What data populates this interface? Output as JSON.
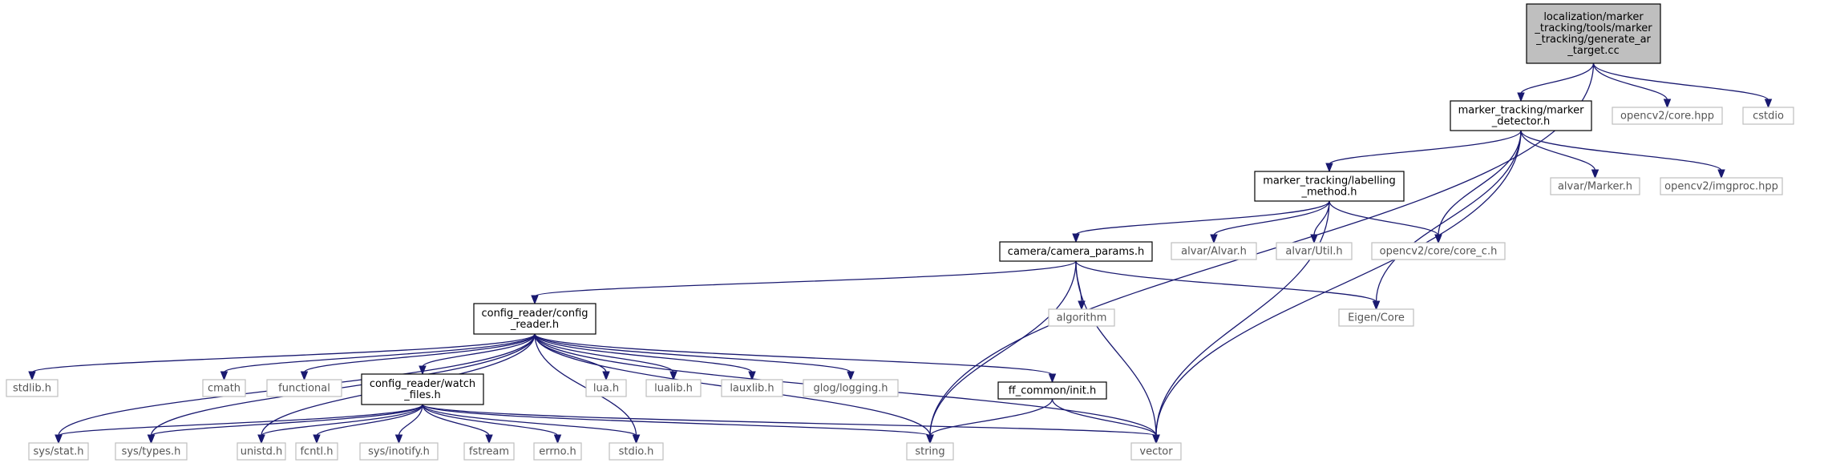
{
  "graph": {
    "edge_color": "#191970",
    "nodes": [
      {
        "id": "root",
        "style": "root",
        "lines": [
          "localization/marker",
          "_tracking/tools/marker",
          "_tracking/generate_ar",
          "_target.cc"
        ]
      },
      {
        "id": "marker_detector",
        "style": "main",
        "lines": [
          "marker_tracking/marker",
          "_detector.h"
        ]
      },
      {
        "id": "core_hpp",
        "style": "gray",
        "lines": [
          "opencv2/core.hpp"
        ]
      },
      {
        "id": "cstdio",
        "style": "gray",
        "lines": [
          "cstdio"
        ]
      },
      {
        "id": "labelling",
        "style": "main",
        "lines": [
          "marker_tracking/labelling",
          "_method.h"
        ]
      },
      {
        "id": "alvar_marker",
        "style": "gray",
        "lines": [
          "alvar/Marker.h"
        ]
      },
      {
        "id": "imgproc",
        "style": "gray",
        "lines": [
          "opencv2/imgproc.hpp"
        ]
      },
      {
        "id": "camera_params",
        "style": "main",
        "lines": [
          "camera/camera_params.h"
        ]
      },
      {
        "id": "alvar_alvar",
        "style": "gray",
        "lines": [
          "alvar/Alvar.h"
        ]
      },
      {
        "id": "alvar_util",
        "style": "gray",
        "lines": [
          "alvar/Util.h"
        ]
      },
      {
        "id": "core_c",
        "style": "gray",
        "lines": [
          "opencv2/core/core_c.h"
        ]
      },
      {
        "id": "config_reader",
        "style": "main",
        "lines": [
          "config_reader/config",
          "_reader.h"
        ]
      },
      {
        "id": "algorithm",
        "style": "gray",
        "lines": [
          "algorithm"
        ]
      },
      {
        "id": "eigen",
        "style": "gray",
        "lines": [
          "Eigen/Core"
        ]
      },
      {
        "id": "stdlib",
        "style": "gray",
        "lines": [
          "stdlib.h"
        ]
      },
      {
        "id": "cmath",
        "style": "gray",
        "lines": [
          "cmath"
        ]
      },
      {
        "id": "functional",
        "style": "gray",
        "lines": [
          "functional"
        ]
      },
      {
        "id": "watch_files",
        "style": "main",
        "lines": [
          "config_reader/watch",
          "_files.h"
        ]
      },
      {
        "id": "lua",
        "style": "gray",
        "lines": [
          "lua.h"
        ]
      },
      {
        "id": "lualib",
        "style": "gray",
        "lines": [
          "lualib.h"
        ]
      },
      {
        "id": "lauxlib",
        "style": "gray",
        "lines": [
          "lauxlib.h"
        ]
      },
      {
        "id": "glog",
        "style": "gray",
        "lines": [
          "glog/logging.h"
        ]
      },
      {
        "id": "ff_init",
        "style": "main",
        "lines": [
          "ff_common/init.h"
        ]
      },
      {
        "id": "sys_stat",
        "style": "gray",
        "lines": [
          "sys/stat.h"
        ]
      },
      {
        "id": "sys_types",
        "style": "gray",
        "lines": [
          "sys/types.h"
        ]
      },
      {
        "id": "unistd",
        "style": "gray",
        "lines": [
          "unistd.h"
        ]
      },
      {
        "id": "fcntl",
        "style": "gray",
        "lines": [
          "fcntl.h"
        ]
      },
      {
        "id": "inotify",
        "style": "gray",
        "lines": [
          "sys/inotify.h"
        ]
      },
      {
        "id": "fstream",
        "style": "gray",
        "lines": [
          "fstream"
        ]
      },
      {
        "id": "errno",
        "style": "gray",
        "lines": [
          "errno.h"
        ]
      },
      {
        "id": "stdio",
        "style": "gray",
        "lines": [
          "stdio.h"
        ]
      },
      {
        "id": "string",
        "style": "gray",
        "lines": [
          "string"
        ]
      },
      {
        "id": "vector",
        "style": "gray",
        "lines": [
          "vector"
        ]
      }
    ],
    "edges": [
      [
        "root",
        "marker_detector"
      ],
      [
        "root",
        "core_hpp"
      ],
      [
        "root",
        "cstdio"
      ],
      [
        "root",
        "string"
      ],
      [
        "marker_detector",
        "labelling"
      ],
      [
        "marker_detector",
        "alvar_marker"
      ],
      [
        "marker_detector",
        "imgproc"
      ],
      [
        "marker_detector",
        "core_c"
      ],
      [
        "marker_detector",
        "eigen"
      ],
      [
        "marker_detector",
        "vector"
      ],
      [
        "labelling",
        "camera_params"
      ],
      [
        "labelling",
        "alvar_alvar"
      ],
      [
        "labelling",
        "alvar_util"
      ],
      [
        "labelling",
        "core_c"
      ],
      [
        "labelling",
        "vector"
      ],
      [
        "camera_params",
        "config_reader"
      ],
      [
        "camera_params",
        "algorithm"
      ],
      [
        "camera_params",
        "eigen"
      ],
      [
        "camera_params",
        "string"
      ],
      [
        "camera_params",
        "vector"
      ],
      [
        "config_reader",
        "stdlib"
      ],
      [
        "config_reader",
        "cmath"
      ],
      [
        "config_reader",
        "functional"
      ],
      [
        "config_reader",
        "watch_files"
      ],
      [
        "config_reader",
        "lua"
      ],
      [
        "config_reader",
        "lualib"
      ],
      [
        "config_reader",
        "lauxlib"
      ],
      [
        "config_reader",
        "glog"
      ],
      [
        "config_reader",
        "ff_init"
      ],
      [
        "config_reader",
        "sys_stat"
      ],
      [
        "config_reader",
        "sys_types"
      ],
      [
        "config_reader",
        "unistd"
      ],
      [
        "config_reader",
        "stdio"
      ],
      [
        "config_reader",
        "string"
      ],
      [
        "config_reader",
        "vector"
      ],
      [
        "watch_files",
        "sys_stat"
      ],
      [
        "watch_files",
        "sys_types"
      ],
      [
        "watch_files",
        "unistd"
      ],
      [
        "watch_files",
        "fcntl"
      ],
      [
        "watch_files",
        "inotify"
      ],
      [
        "watch_files",
        "fstream"
      ],
      [
        "watch_files",
        "errno"
      ],
      [
        "watch_files",
        "stdio"
      ],
      [
        "watch_files",
        "string"
      ],
      [
        "watch_files",
        "vector"
      ],
      [
        "ff_init",
        "string"
      ],
      [
        "ff_init",
        "vector"
      ]
    ]
  }
}
